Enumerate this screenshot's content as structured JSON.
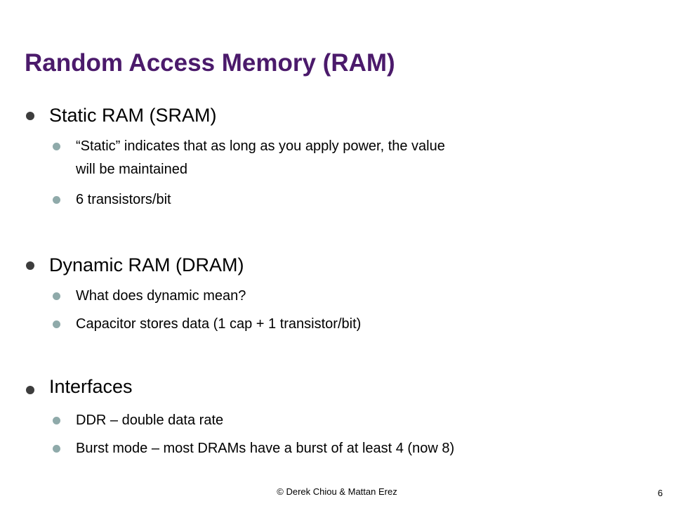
{
  "slide": {
    "title": "Random Access Memory (RAM)",
    "sections": [
      {
        "heading": "Static RAM (SRAM)",
        "items": [
          "“Static” indicates that as long as you apply power, the value",
          "will be maintained",
          "6 transistors/bit"
        ]
      },
      {
        "heading": "Dynamic RAM (DRAM)",
        "items": [
          "What does dynamic mean?",
          "Capacitor stores data (1 cap + 1 transistor/bit)"
        ]
      },
      {
        "heading": "Interfaces",
        "items": [
          "DDR – double data rate",
          "Burst mode – most DRAMs have a burst of at least 4 (now 8)"
        ]
      }
    ],
    "footer": "© Derek Chiou & Mattan Erez",
    "page_number": "6"
  },
  "colors": {
    "title": "#4b1a6b",
    "bullet_level1": "#3d3d3d",
    "bullet_level2": "#8faaaa"
  }
}
